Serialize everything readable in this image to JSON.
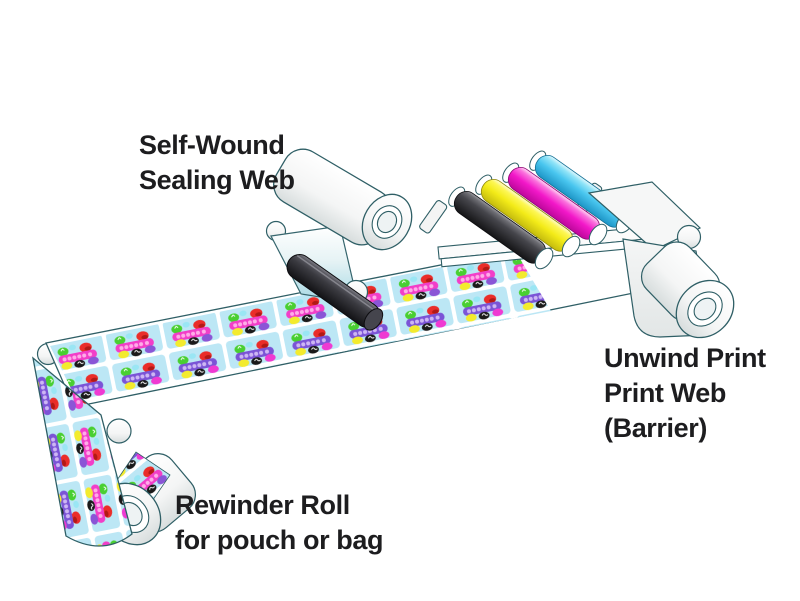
{
  "diagram": {
    "labels": {
      "sealing_web": {
        "line1": "Self-Wound",
        "line2": "Sealing Web"
      },
      "unwind": {
        "line1": "Unwind Print",
        "line2": "Print Web",
        "line3": "(Barrier)"
      },
      "rewinder": {
        "line1": "Rewinder Roll",
        "line2": "for pouch or bag"
      }
    },
    "colors": {
      "outline": "#2f5f66",
      "roller_black": "#2b2b30",
      "roller_yellow": "#f3eb18",
      "roller_magenta": "#f318c9",
      "roller_cyan": "#49c6ef",
      "web_tile_background": "#bce7f5",
      "sealing_web_tint": "#a5d8e4",
      "text": "#1d1d1f"
    }
  }
}
